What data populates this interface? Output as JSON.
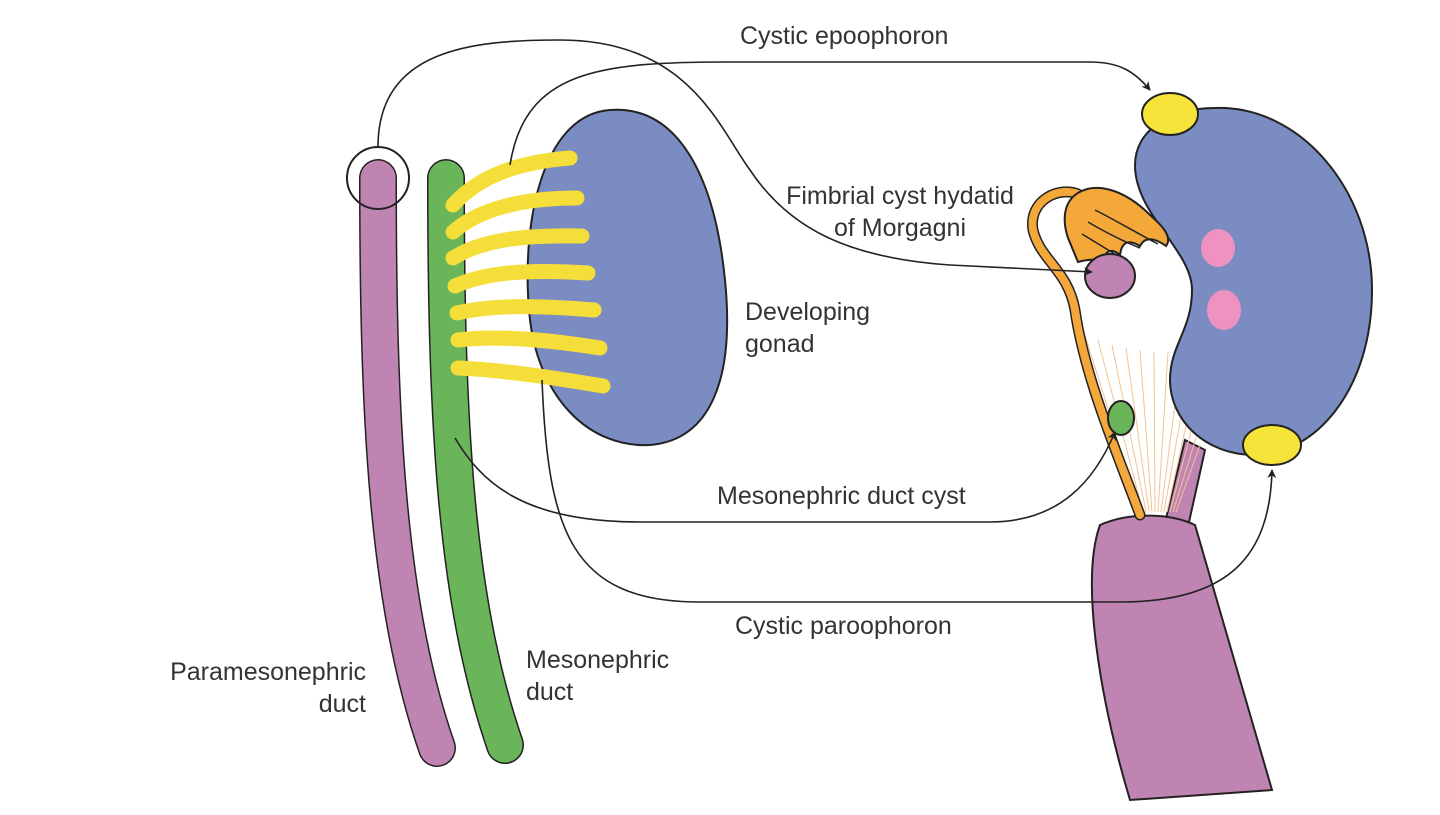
{
  "labels": {
    "cystic_epoophoron": "Cystic epoophoron",
    "fimbrial_cyst_line1": "Fimbrial cyst hydatid",
    "fimbrial_cyst_line2": "of Morgagni",
    "developing_gonad_line1": "Developing",
    "developing_gonad_line2": "gonad",
    "mesonephric_duct_cyst": "Mesonephric duct cyst",
    "cystic_paroophoron": "Cystic paroophoron",
    "paramesonephric_duct_line1": "Paramesonephric",
    "paramesonephric_duct_line2": "duct",
    "mesonephric_duct_line1": "Mesonephric",
    "mesonephric_duct_line2": "duct"
  },
  "colors": {
    "paramesonephric": "#C084B3",
    "mesonephric": "#6AB55A",
    "tubules": "#F6DE3A",
    "gonad": "#7A8CC2",
    "fimbria": "#F5A83A",
    "cyst_yellow": "#F6E43A",
    "cyst_pink": "#EE92C2",
    "cyst_green": "#6AB55A",
    "outline": "#222222"
  }
}
